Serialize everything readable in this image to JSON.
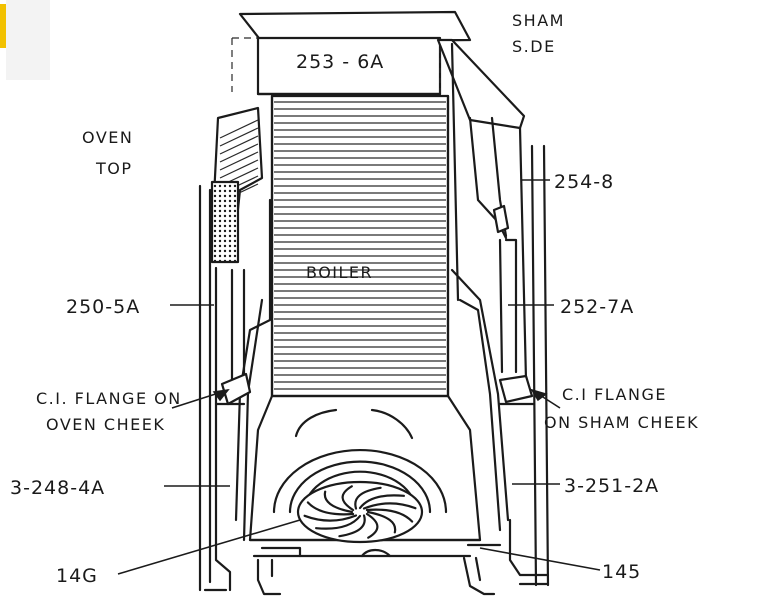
{
  "labels": {
    "sham_side_1": "SHAM",
    "sham_side_2": "S.DE",
    "top_block": "253 - 6A",
    "oven_top_1": "OVEN",
    "oven_top_2": "TOP",
    "part_254_8": "254-8",
    "boiler": "BOILER",
    "part_250_5a": "250-5A",
    "part_252_7a": "252-7A",
    "flange_oven_1": "C.I. FLANGE ON",
    "flange_oven_2": "OVEN CHEEK",
    "flange_sham_1": "C.I FLANGE",
    "flange_sham_2": "ON SHAM CHEEK",
    "part_3_248_4a": "3-248-4A",
    "part_3_251_2a": "3-251-2A",
    "part_146": "14G",
    "part_145": "145"
  },
  "colors": {
    "ink": "#1b1b1b",
    "paper": "#ffffff",
    "smudge": "#f2c100"
  }
}
